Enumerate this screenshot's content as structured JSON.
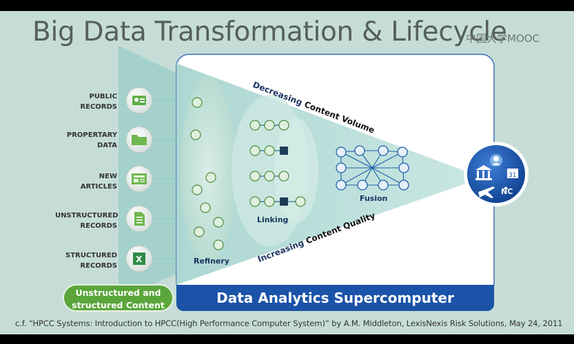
{
  "title": "Big Data Transformation & Lifecycle",
  "watermark": "中国大学MOOC",
  "sources": [
    {
      "label": "PUBLIC\nRECORDS",
      "icon": "id-card-icon"
    },
    {
      "label": "PROPERTARY\nDATA",
      "icon": "folder-icon"
    },
    {
      "label": "NEW\nARTICLES",
      "icon": "newspaper-icon"
    },
    {
      "label": "UNSTRUCTURED\nRECORDS",
      "icon": "document-icon"
    },
    {
      "label": "STRUCTURED\nRECORDS",
      "icon": "spreadsheet-icon"
    }
  ],
  "content_pill": "Unstructured and\nstructured Content",
  "stages": {
    "refinery": "Refinery",
    "linking": "Linking",
    "fusion": "Fusion"
  },
  "volume_label": {
    "prefix": "Decreasing",
    "rest": " Content Volume"
  },
  "quality_label": {
    "prefix": "Increasing",
    "rest": " Content Quality"
  },
  "supercomputer": "Data Analytics Supercomputer",
  "output_badge": "NC",
  "citation": "c.f. “HPCC Systems: Introduction to HPCC(High Performance Computer System)” by A.M. Middleton, LexisNexis Risk Solutions, May 24, 2011",
  "colors": {
    "background": "#c6ddd7",
    "funnel": "#a9d3ce",
    "panel_blue": "#1a53a8",
    "pill_green": "#5aa63a",
    "node_green": "#4f8a3e",
    "node_blue": "#1c5ea8"
  }
}
